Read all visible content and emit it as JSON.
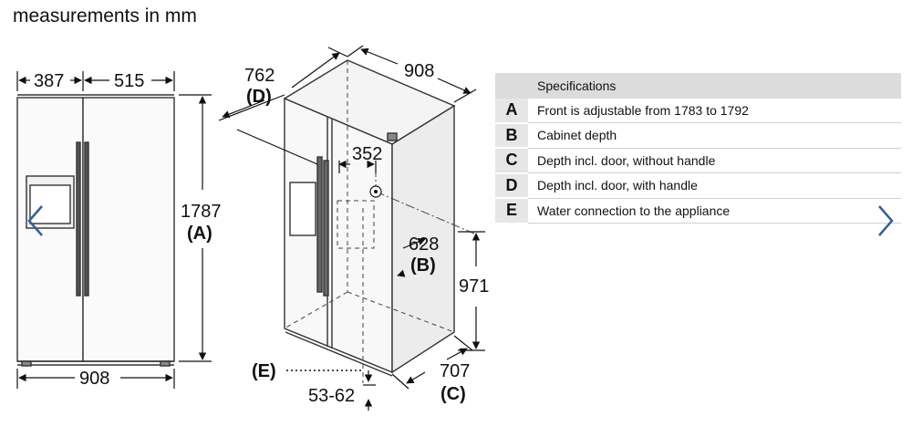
{
  "title": "measurements in mm",
  "front_view": {
    "dim_left_width": "387",
    "dim_right_width": "515",
    "dim_total_width": "908",
    "dim_height": "1787",
    "dim_height_ref": "(A)"
  },
  "iso_view": {
    "dim_top_width": "908",
    "dim_depth_with_handle": "762",
    "dim_depth_with_handle_ref": "(D)",
    "dim_water_offset": "352",
    "dim_cabinet_depth": "628",
    "dim_cabinet_depth_ref": "(B)",
    "dim_water_height": "971",
    "dim_depth_without_handle": "707",
    "dim_depth_without_handle_ref": "(C)",
    "dim_feet": "53-62",
    "water_connection_ref": "(E)"
  },
  "specs": {
    "header": "Specifications",
    "rows": [
      {
        "letter": "A",
        "text": "Front is adjustable from 1783 to 1792"
      },
      {
        "letter": "B",
        "text": "Cabinet depth"
      },
      {
        "letter": "C",
        "text": "Depth incl. door, without handle"
      },
      {
        "letter": "D",
        "text": "Depth incl. door, with handle"
      },
      {
        "letter": "E",
        "text": "Water connection to the appliance"
      }
    ]
  },
  "nav": {
    "prev_icon": "chevron-left-icon",
    "next_icon": "chevron-right-icon",
    "color": "#2f5f9e"
  }
}
